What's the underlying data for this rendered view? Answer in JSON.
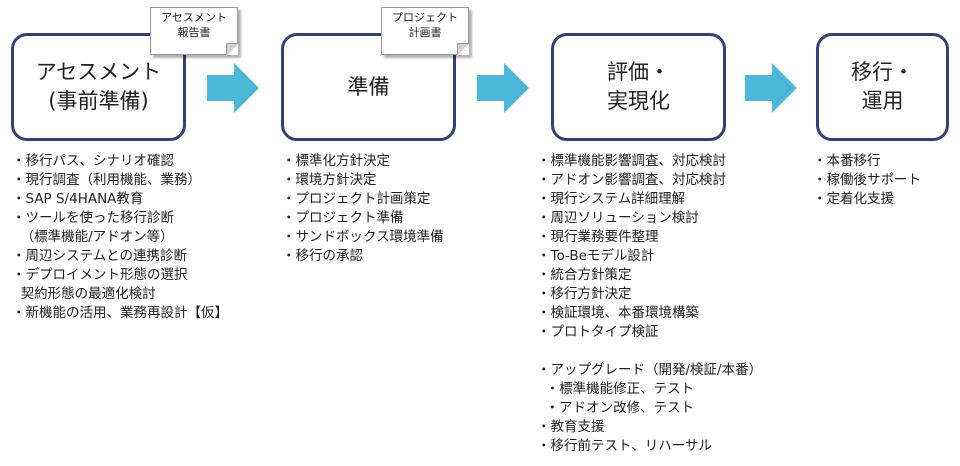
{
  "phases": [
    {
      "lines": [
        "アセスメント",
        "(事前準備)"
      ]
    },
    {
      "lines": [
        "準備"
      ]
    },
    {
      "lines": [
        "評価・",
        "実現化"
      ]
    },
    {
      "lines": [
        "移行・",
        "運用"
      ]
    }
  ],
  "documents": [
    {
      "lines": [
        "アセスメント",
        "報告書"
      ]
    },
    {
      "lines": [
        "プロジェクト",
        "計画書"
      ]
    }
  ],
  "tasks": {
    "assessment": [
      "・移行パス、シナリオ確認",
      "・現行調査（利用機能、業務）",
      "・SAP S/4HANA教育",
      "・ツールを使った移行診断",
      "  （標準機能/アドオン等）",
      "・周辺システムとの連携診断",
      "・デプロイメント形態の選択",
      "  契約形態の最適化検討",
      "・新機能の活用、業務再設計【仮】"
    ],
    "preparation": [
      "・標準化方針決定",
      "・環境方針決定",
      "・プロジェクト計画策定",
      "・プロジェクト準備",
      "・サンドボックス環境準備",
      "・移行の承認"
    ],
    "realization": [
      "・標準機能影響調査、対応検討",
      "・アドオン影響調査、対応検討",
      "・現行システム詳細理解",
      "・周辺ソリューション検討",
      "・現行業務要件整理",
      "・To-Beモデル設計",
      "・統合方針策定",
      "・移行方針決定",
      "・検証環境、本番環境構築",
      "・プロトタイプ検証",
      "",
      "・アップグレード（開発/検証/本番）",
      "  ・標準機能修正、テスト",
      "  ・アドオン改修、テスト",
      "・教育支援",
      "・移行前テスト、リハーサル"
    ],
    "operation": [
      "・本番移行",
      "・稼働後サポート",
      "・定着化支援"
    ]
  },
  "colors": {
    "box_border": "#2e4377",
    "arrow": "#4ab9d9",
    "text": "#222222"
  }
}
